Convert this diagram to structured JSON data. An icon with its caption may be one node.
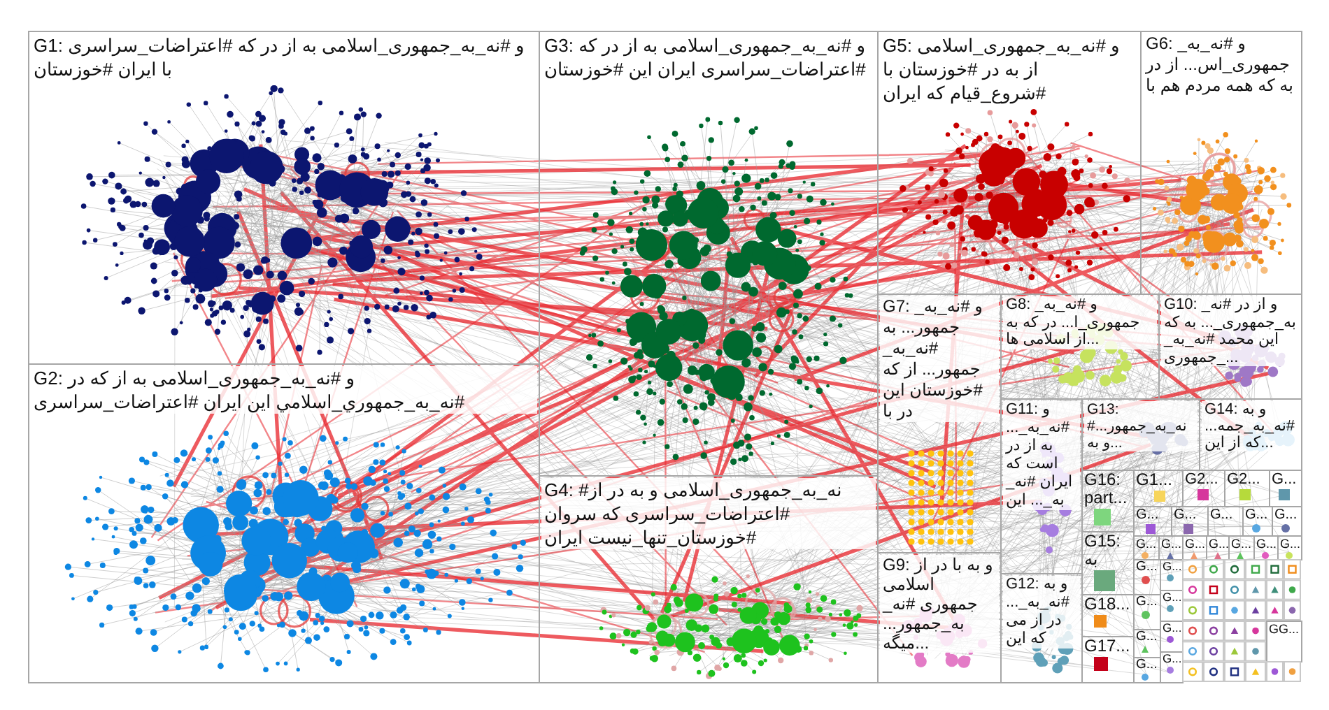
{
  "diagram": {
    "nodes": [
      {
        "text": [
          "G1: و #نه_به_جمهوری_اسلامی به از در که #اعتراضات_سراسری با ایران #خوزستان"
        ]
      },
      {
        "text": [
          "G3: و #نه_به_جمهوری_اسلامی به از در که #اعتراضات_سراسری ایران این #خوزستان"
        ]
      },
      {
        "text": [
          "G5: و #نه_به_جمهوری_اسلامی از به در #خوزستان با #شروع_قیام که ایران"
        ]
      },
      {
        "text": [
          "G6: و #نه_به_جمهوری_اس... از در به که همه مردم هم با"
        ]
      },
      {
        "text": [
          "G2: و #نه_به_جمهوری_اسلامی به از که در #نه_به_جمهوري_اسلامي این ایران #اعتراضات_سراسری"
        ]
      },
      {
        "text": [
          "G4: #نه_به_جمهوری_اسلامی و به در از #اعتراضات_سراسری که سروان #خوزستان_تنها_نیست ایران"
        ]
      },
      {
        "text": [
          "G7: و #نه_به_جمهور... به #نه_به_جمهور... از که #خوزستان این در با"
        ]
      },
      {
        "text": [
          "G8: و #نه_به_جمهوری_ا... در که به از اسلامی ها..."
        ]
      },
      {
        "text": [
          "G10: و از در #نه_به_جمهوری_... به که این محمد #نه_به_جمهوری_..."
        ]
      },
      {
        "text": [
          "G9: و به با در از اسلامی جمهوری #نه_به_جمهور... میگه..."
        ]
      },
      {
        "text": [
          "G11: و #نه_به_... به از در است که ایران #نه_به_... این"
        ]
      },
      {
        "text": [
          "G12: و به #نه_به_... در از می که این"
        ]
      },
      {
        "text": [
          "G13: #نه_به_جمهور... و به..."
        ]
      },
      {
        "text": [
          "G14: و به #نه_به_جمه... که از این..."
        ]
      },
      {
        "text": [
          "G16: part..."
        ]
      },
      {
        "text": [
          "G15: به"
        ]
      },
      {
        "text": [
          "G18..."
        ]
      },
      {
        "text": [
          "G17..."
        ]
      },
      {
        "text": [
          "G1..."
        ]
      },
      {
        "text": [
          "G2..."
        ]
      },
      {
        "text": [
          "G2..."
        ]
      },
      {
        "text": [
          "G..."
        ]
      },
      {
        "text": [
          "G..."
        ]
      },
      {
        "text": [
          "G..."
        ]
      },
      {
        "text": [
          "G..."
        ]
      },
      {
        "text": [
          "G..."
        ]
      },
      {
        "text": [
          "G..."
        ]
      },
      {
        "text": [
          "G..."
        ]
      },
      {
        "text": [
          "G..."
        ]
      },
      {
        "text": [
          "G..."
        ]
      },
      {
        "text": [
          "G..."
        ]
      },
      {
        "text": [
          "G..."
        ]
      },
      {
        "text": [
          "G..."
        ]
      },
      {
        "text": [
          "G..."
        ]
      },
      {
        "text": [
          "G..."
        ]
      },
      {
        "text": [
          "G..."
        ]
      },
      {
        "text": [
          "G..."
        ]
      },
      {
        "text": [
          "G..."
        ]
      },
      {
        "text": [
          "G..."
        ]
      },
      {
        "text": [
          "G..."
        ]
      },
      {
        "text": [
          "G..."
        ]
      },
      {
        "text": [
          "G..."
        ]
      },
      {
        "text": [
          "GG..."
        ]
      }
    ]
  }
}
